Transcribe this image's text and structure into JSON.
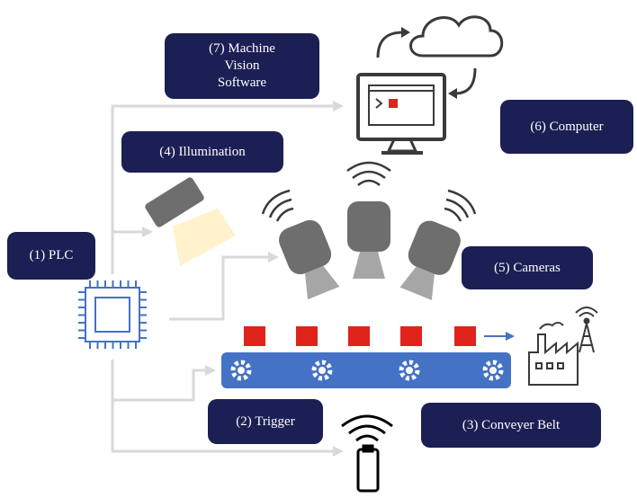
{
  "labels": {
    "machine_vision": "(7) Machine\nVision\nSoftware",
    "computer": "(6) Computer",
    "illumination": "(4) Illumination",
    "plc": "(1) PLC",
    "cameras": "(5) Cameras",
    "trigger": "(2) Trigger",
    "conveyer_belt": "(3) Conveyer Belt"
  },
  "colors": {
    "label_bg": "#1b1f54",
    "label_text": "#ffffff",
    "connector": "#d9d9d9",
    "belt": "#4472c4",
    "product": "#e0231b",
    "camera_body": "#6e6e6e",
    "camera_lens": "#a6a6a6",
    "light_beam": "#fff2cc",
    "icon_stroke": "#3a3a3a",
    "flow_arrow": "#4472c4"
  },
  "icons": [
    "cloud-icon",
    "computer-monitor-icon",
    "sync-arrows-icon",
    "plc-chip-icon",
    "light-icon",
    "camera-icon",
    "gear-icon",
    "factory-icon",
    "antenna-tower-icon",
    "trigger-sensor-icon"
  ]
}
